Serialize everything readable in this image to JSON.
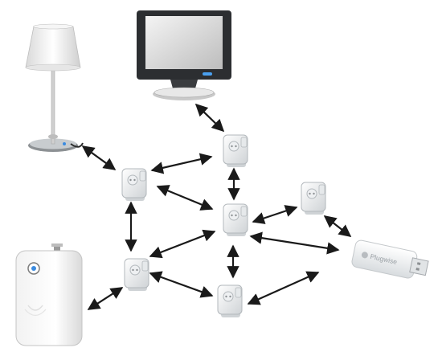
{
  "diagram": {
    "devices": [
      {
        "id": "lamp",
        "icon": "table-lamp-icon"
      },
      {
        "id": "monitor",
        "icon": "monitor-icon"
      },
      {
        "id": "boiler",
        "icon": "water-heater-icon"
      },
      {
        "id": "usb-stick",
        "icon": "usb-stick-icon",
        "label": "Plugwise"
      },
      {
        "id": "plug-1",
        "icon": "smart-plug-icon"
      },
      {
        "id": "plug-2",
        "icon": "smart-plug-icon"
      },
      {
        "id": "plug-3",
        "icon": "smart-plug-icon"
      },
      {
        "id": "plug-4",
        "icon": "smart-plug-icon"
      },
      {
        "id": "plug-5",
        "icon": "smart-plug-icon"
      },
      {
        "id": "plug-6",
        "icon": "smart-plug-icon"
      },
      {
        "id": "plug-7",
        "icon": "smart-plug-icon"
      }
    ],
    "links": [
      [
        "lamp",
        "plug-1"
      ],
      [
        "monitor",
        "plug-2"
      ],
      [
        "plug-1",
        "plug-2"
      ],
      [
        "plug-1",
        "plug-3"
      ],
      [
        "plug-2",
        "plug-3"
      ],
      [
        "plug-1",
        "plug-5"
      ],
      [
        "plug-3",
        "plug-4"
      ],
      [
        "plug-4",
        "usb-stick"
      ],
      [
        "plug-3",
        "usb-stick"
      ],
      [
        "plug-3",
        "plug-5"
      ],
      [
        "plug-3",
        "plug-6"
      ],
      [
        "plug-5",
        "plug-6"
      ],
      [
        "plug-5",
        "boiler"
      ],
      [
        "plug-6",
        "usb-stick"
      ]
    ]
  }
}
